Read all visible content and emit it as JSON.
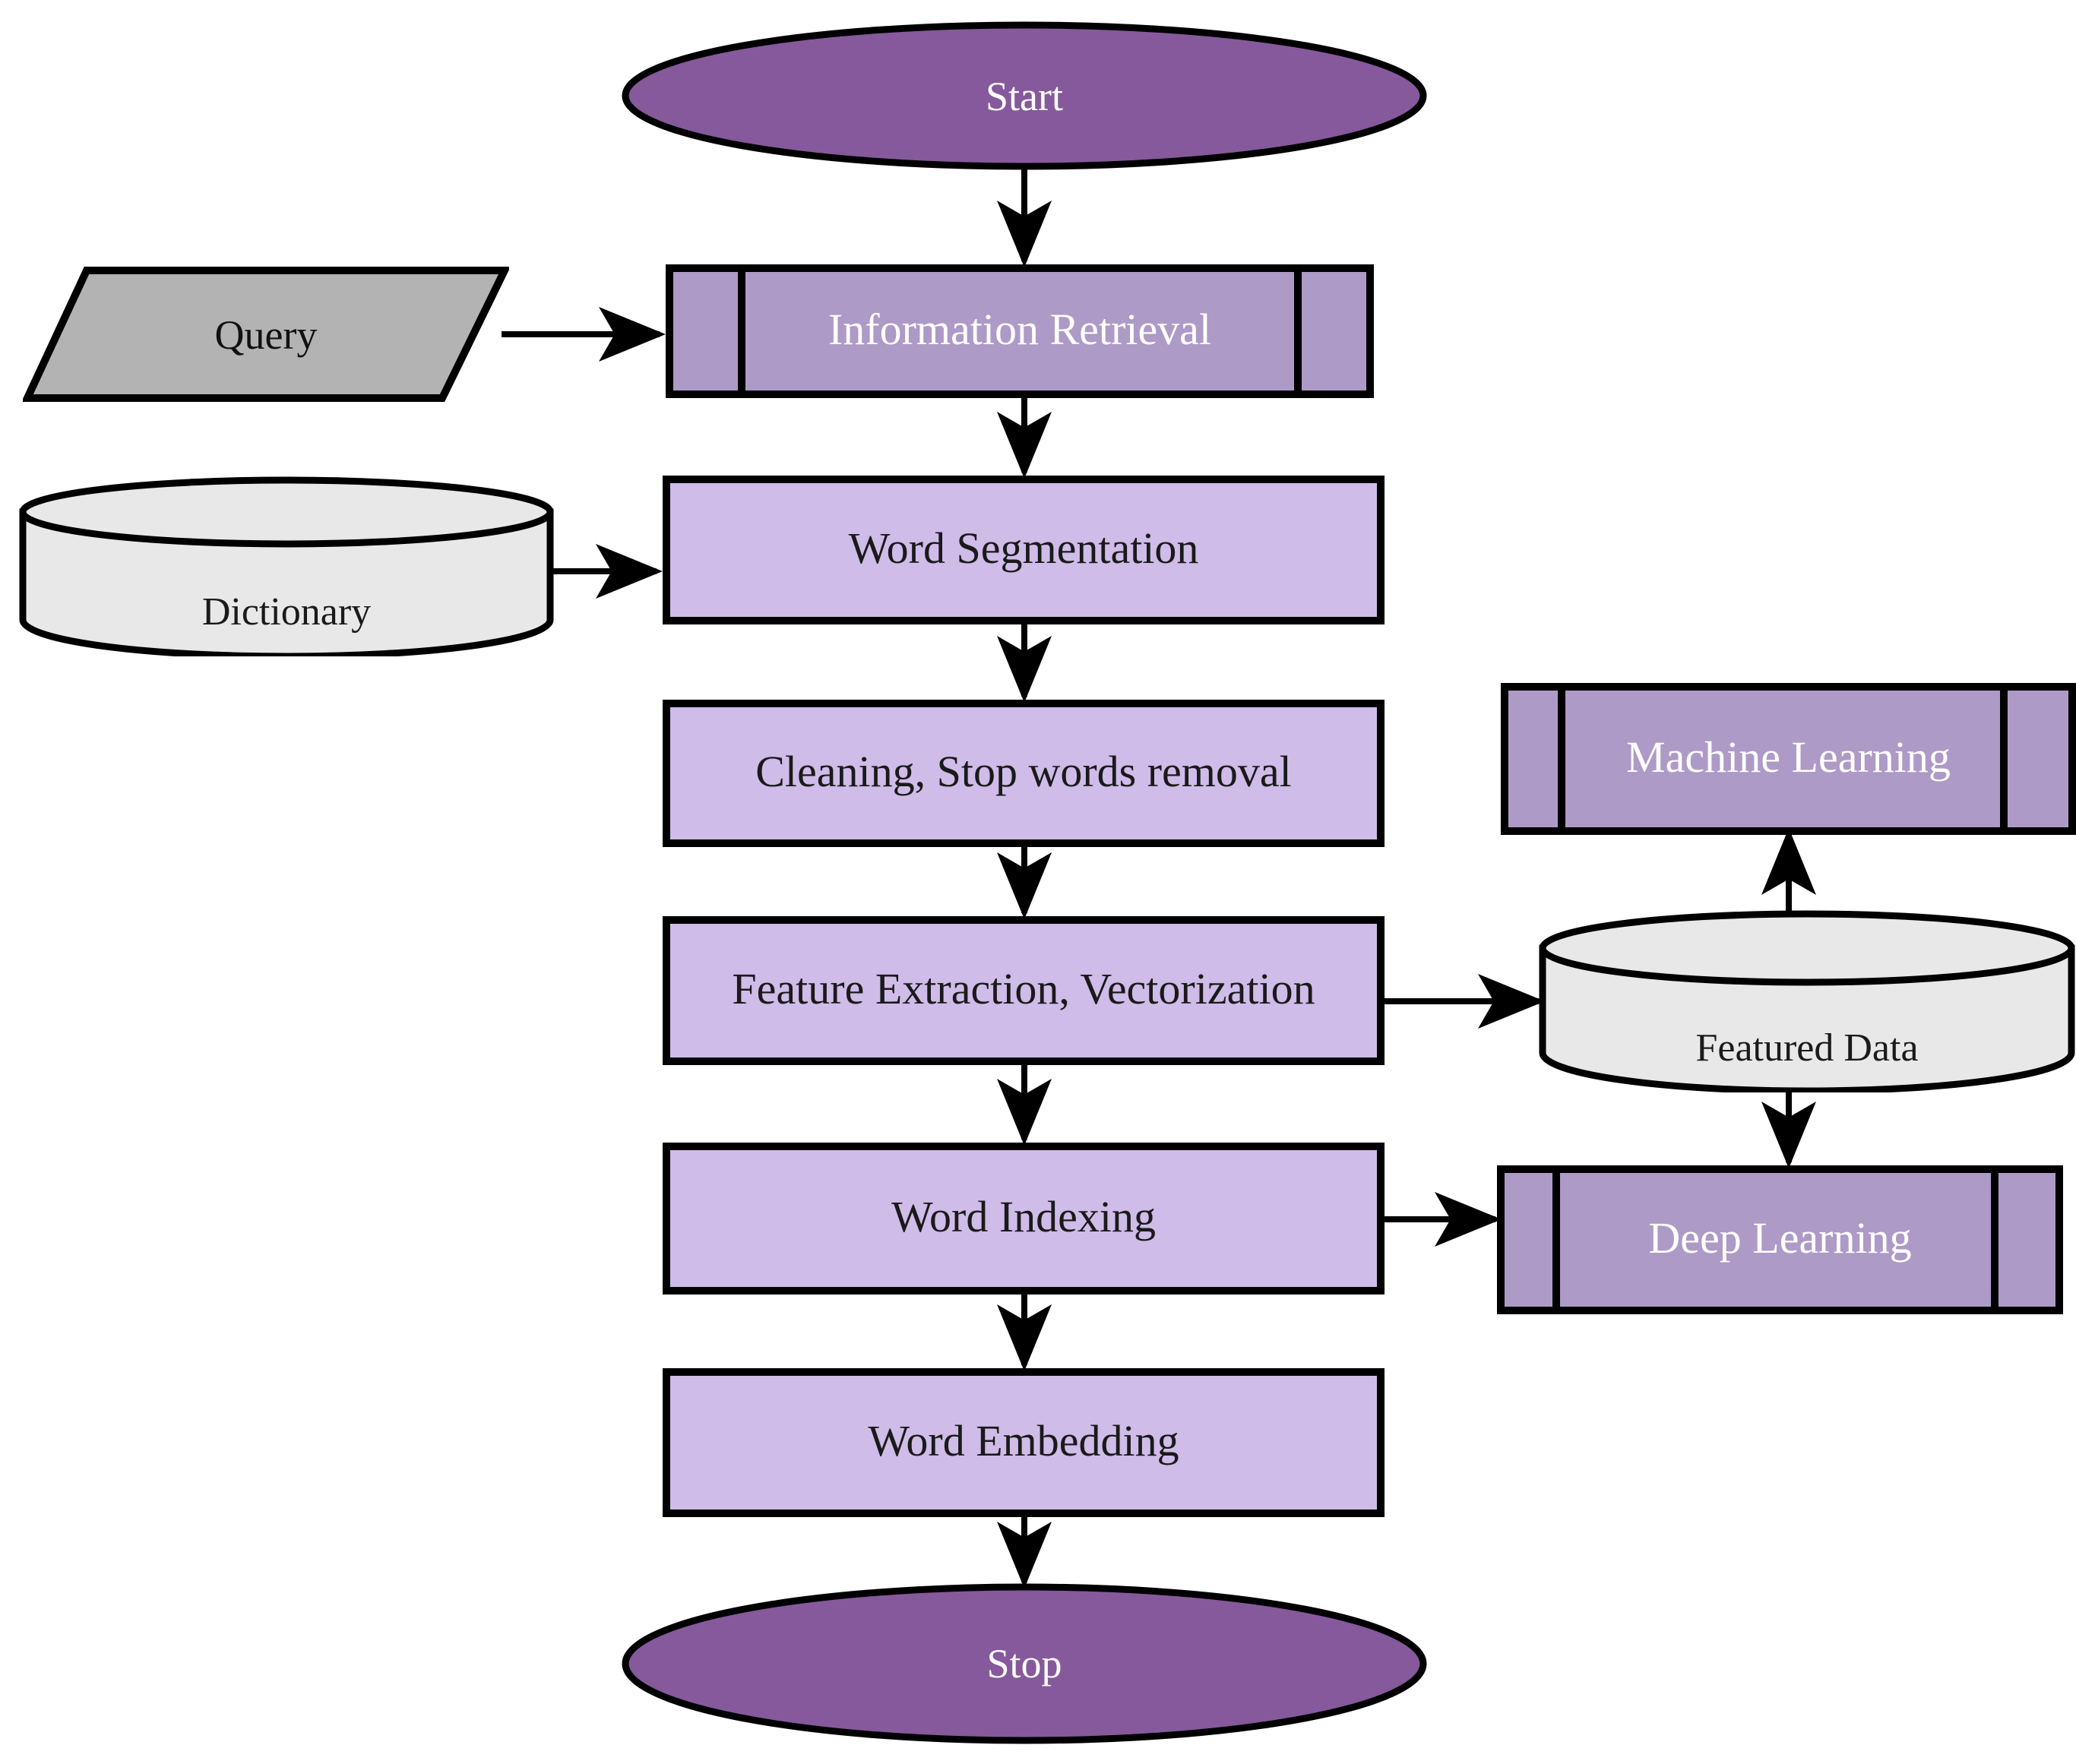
{
  "diagram": {
    "title": "NLP Information Retrieval Pipeline Flowchart",
    "colors": {
      "terminator_fill": "#85599B",
      "subprocess_fill": "#AE9AC6",
      "process_fill": "#CFBCE8",
      "datastore_fill": "#E8E8E8",
      "input_fill": "#B3B3B3",
      "stroke": "#000000",
      "text_light": "#FFFFFF",
      "text_dark": "#111111",
      "background": "#FFFFFF"
    },
    "nodes": [
      {
        "id": "start",
        "label": "Start",
        "shape": "ellipse",
        "fill": "terminator_fill",
        "text": "light"
      },
      {
        "id": "query",
        "label": "Query",
        "shape": "parallelogram",
        "fill": "input_fill",
        "text": "dark"
      },
      {
        "id": "dictionary",
        "label": "Dictionary",
        "shape": "cylinder",
        "fill": "datastore_fill",
        "text": "dark"
      },
      {
        "id": "ir",
        "label": "Information Retrieval",
        "shape": "subprocess",
        "fill": "subprocess_fill",
        "text": "light"
      },
      {
        "id": "wordseg",
        "label": "Word Segmentation",
        "shape": "process",
        "fill": "process_fill",
        "text": "dark"
      },
      {
        "id": "cleaning",
        "label": "Cleaning, Stop words removal",
        "shape": "process",
        "fill": "process_fill",
        "text": "dark"
      },
      {
        "id": "feature",
        "label": "Feature Extraction, Vectorization",
        "shape": "process",
        "fill": "process_fill",
        "text": "dark"
      },
      {
        "id": "indexing",
        "label": "Word Indexing",
        "shape": "process",
        "fill": "process_fill",
        "text": "dark"
      },
      {
        "id": "embedding",
        "label": "Word Embedding",
        "shape": "process",
        "fill": "process_fill",
        "text": "dark"
      },
      {
        "id": "stop",
        "label": "Stop",
        "shape": "ellipse",
        "fill": "terminator_fill",
        "text": "light"
      },
      {
        "id": "ml",
        "label": "Machine Learning",
        "shape": "subprocess",
        "fill": "subprocess_fill",
        "text": "light"
      },
      {
        "id": "featured",
        "label": "Featured Data",
        "shape": "cylinder",
        "fill": "datastore_fill",
        "text": "dark"
      },
      {
        "id": "dl",
        "label": "Deep Learning",
        "shape": "subprocess",
        "fill": "subprocess_fill",
        "text": "light"
      }
    ],
    "edges": [
      {
        "from": "start",
        "to": "ir",
        "direction": "down"
      },
      {
        "from": "query",
        "to": "ir",
        "direction": "right"
      },
      {
        "from": "ir",
        "to": "wordseg",
        "direction": "down"
      },
      {
        "from": "dictionary",
        "to": "wordseg",
        "direction": "right"
      },
      {
        "from": "wordseg",
        "to": "cleaning",
        "direction": "down"
      },
      {
        "from": "cleaning",
        "to": "feature",
        "direction": "down"
      },
      {
        "from": "feature",
        "to": "indexing",
        "direction": "down"
      },
      {
        "from": "feature",
        "to": "featured",
        "direction": "right"
      },
      {
        "from": "indexing",
        "to": "embedding",
        "direction": "down"
      },
      {
        "from": "indexing",
        "to": "dl",
        "direction": "right"
      },
      {
        "from": "featured",
        "to": "ml",
        "direction": "up"
      },
      {
        "from": "featured",
        "to": "dl",
        "direction": "down"
      },
      {
        "from": "embedding",
        "to": "stop",
        "direction": "down"
      }
    ]
  }
}
